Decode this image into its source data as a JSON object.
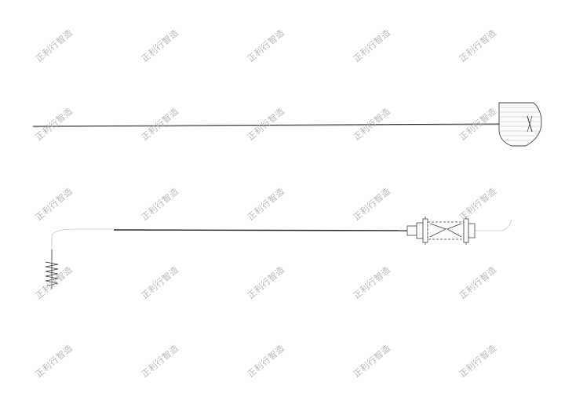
{
  "watermark": {
    "text": "正利行智造",
    "color": "#b8b8b8"
  },
  "drawing": {
    "stroke_color": "#333333",
    "parts": [
      "top-rod-with-cap",
      "bottom-wire-with-coil-and-hub"
    ]
  }
}
